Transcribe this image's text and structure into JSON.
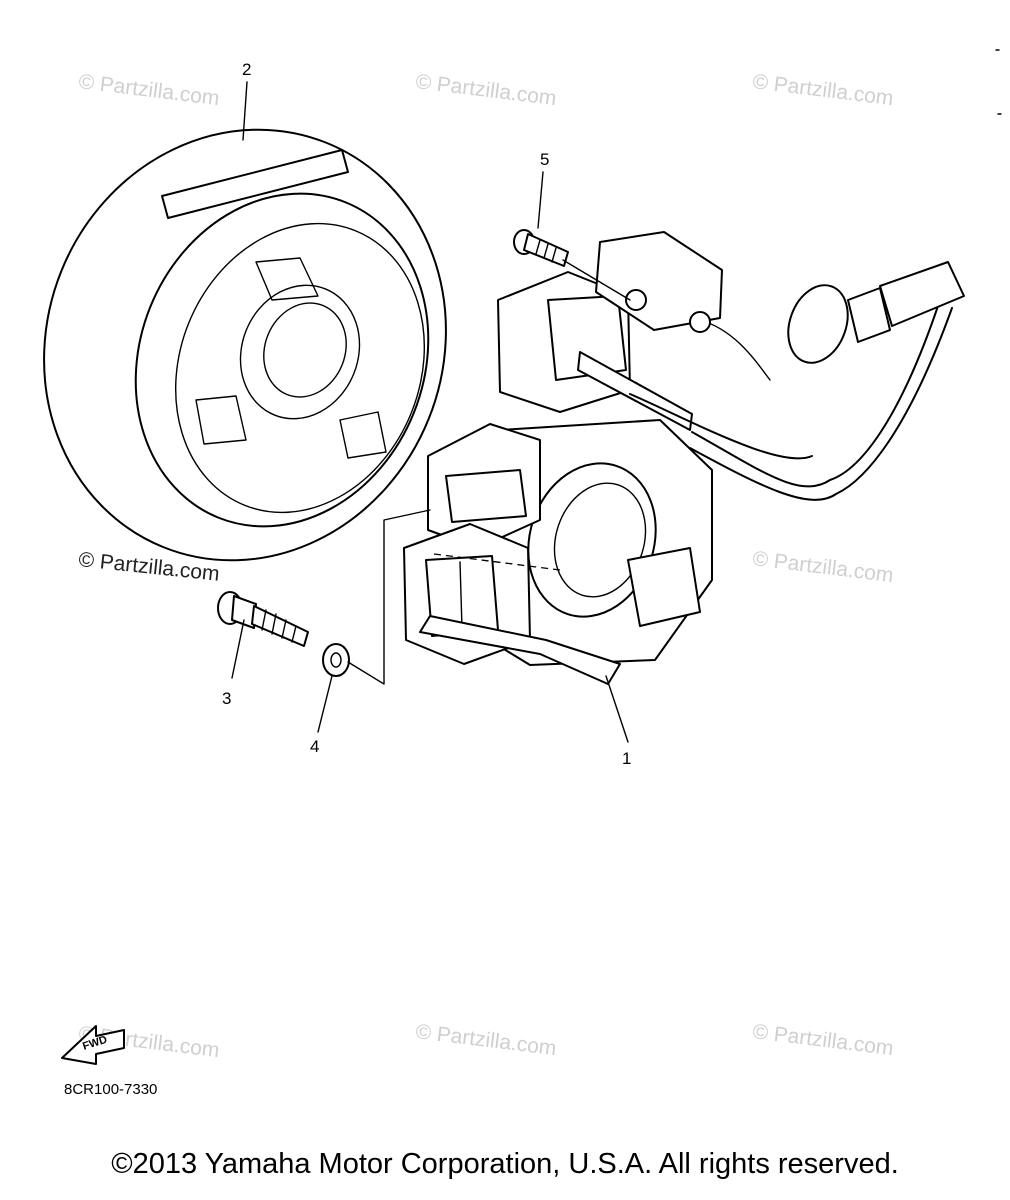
{
  "callouts": {
    "part_1": "1",
    "part_2": "2",
    "part_3": "3",
    "part_4": "4",
    "part_5": "5"
  },
  "watermark_text": "© Partzilla.com",
  "fwd_label": "FWD",
  "diagram_code": "8CR100-7330",
  "copyright": "©2013  Yamaha Motor Corporation, U.S.A. All rights reserved."
}
